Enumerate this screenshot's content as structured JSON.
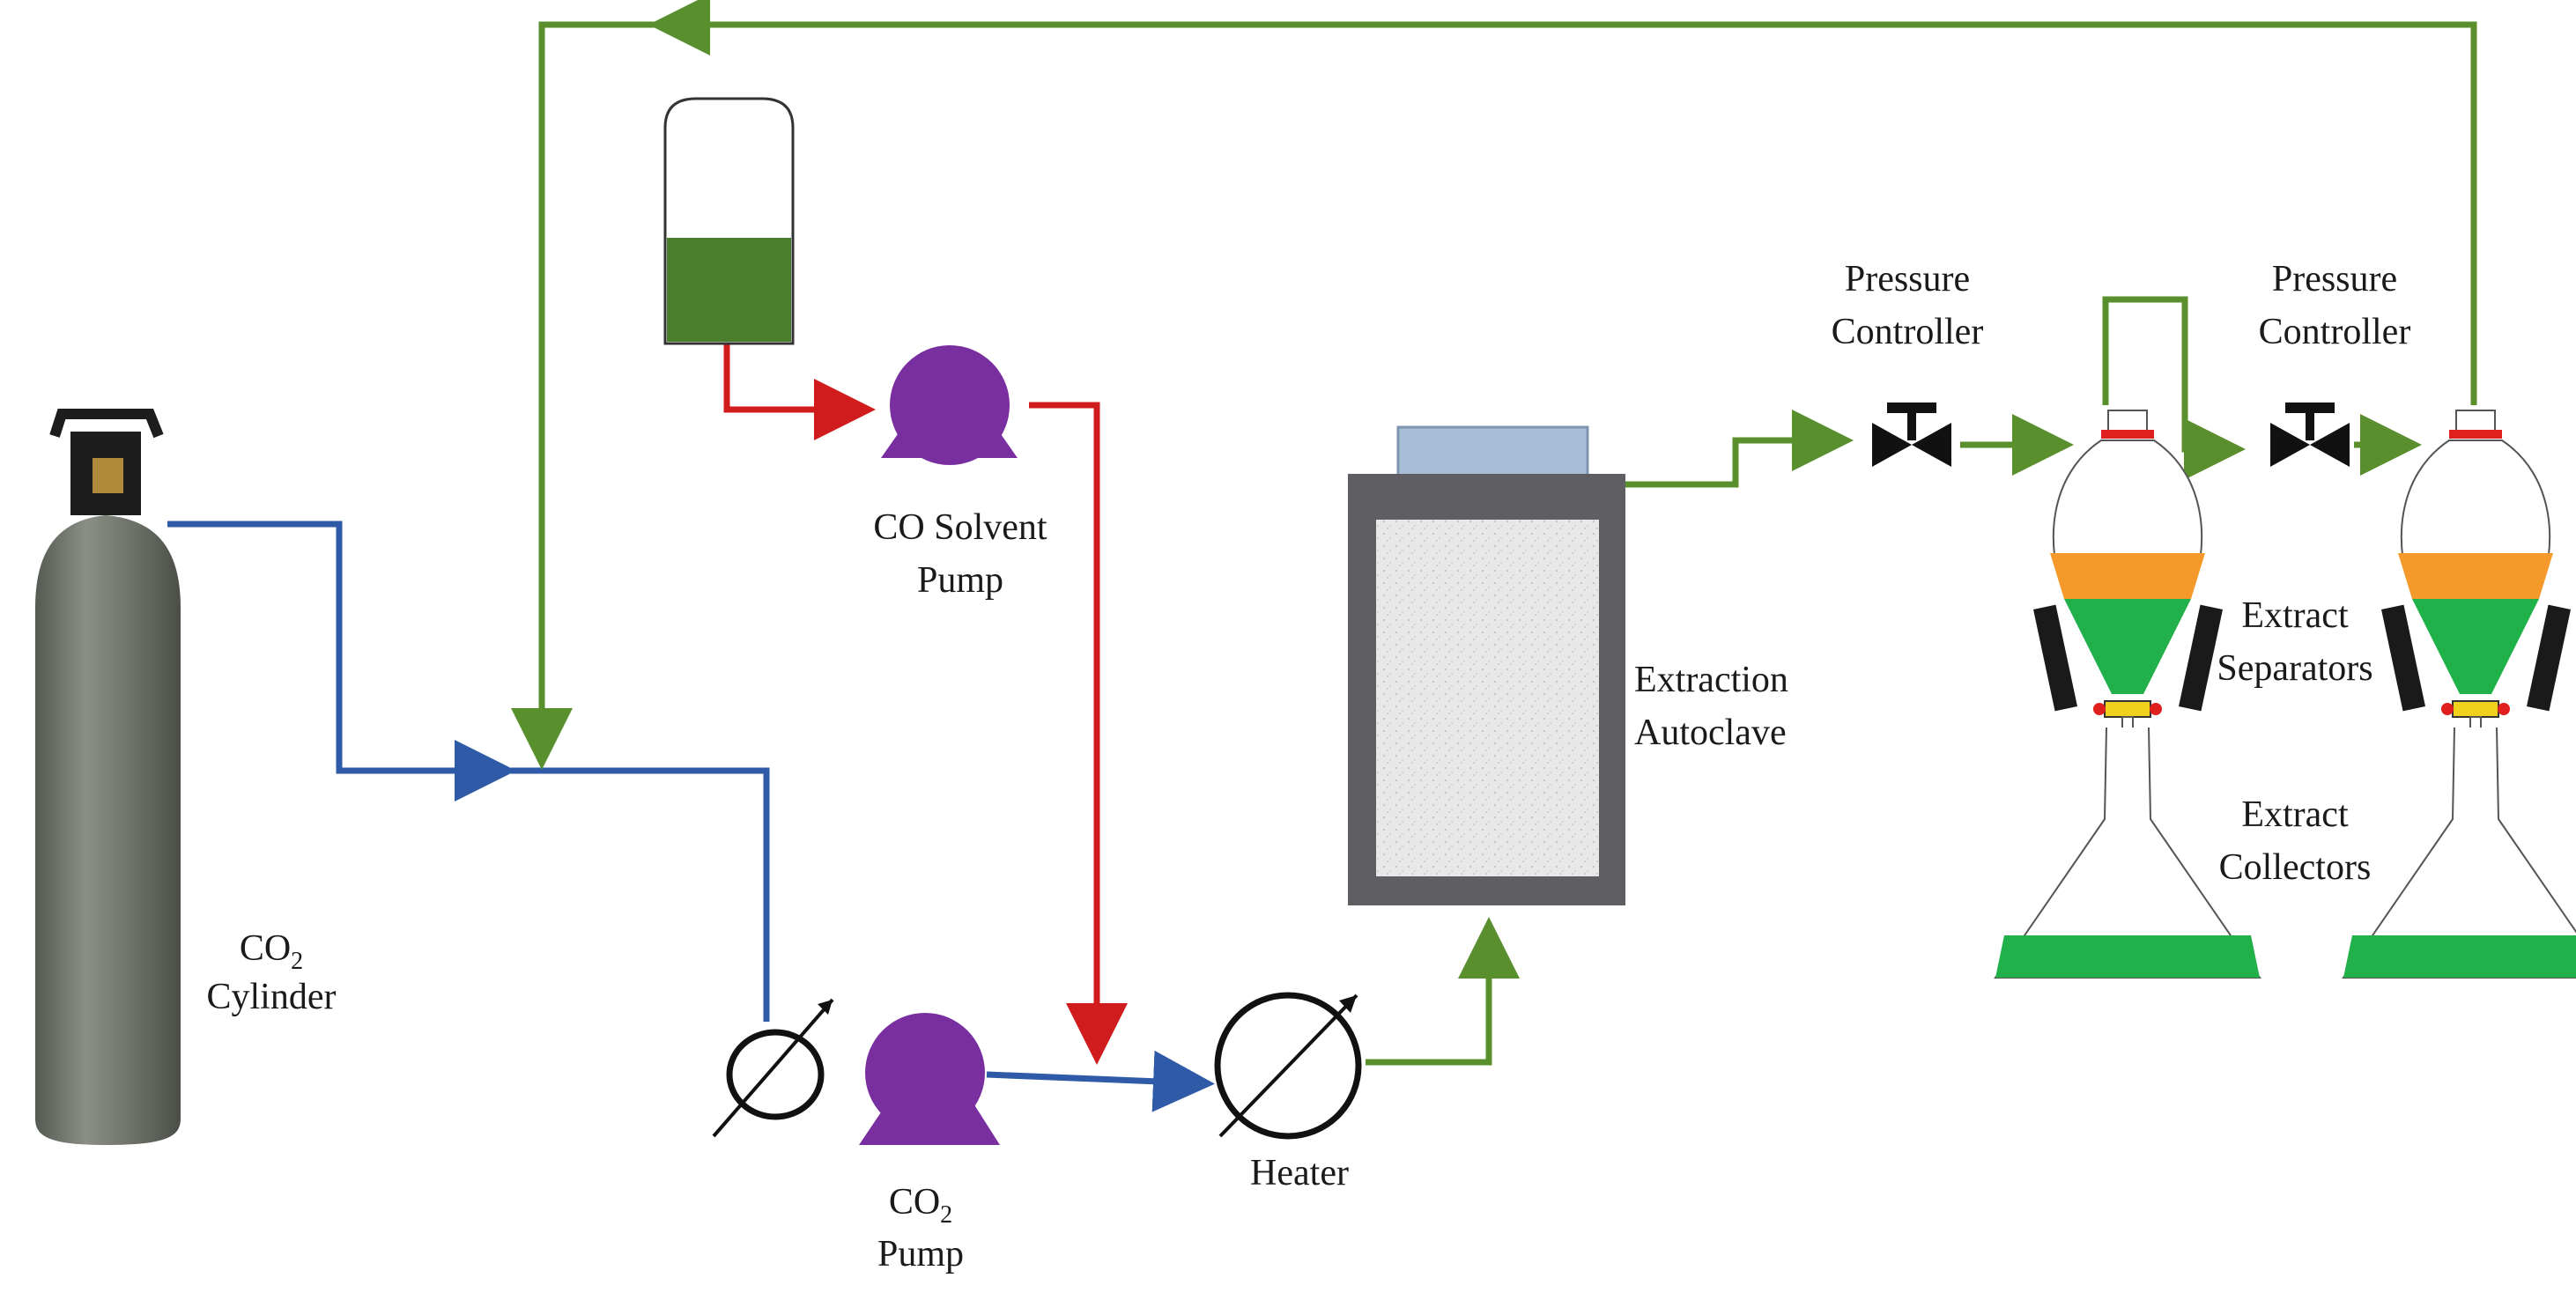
{
  "labels": {
    "cylinder": {
      "chem": "CO",
      "sub": "2",
      "name": "Cylinder"
    },
    "cosolvent_pump": {
      "line1": "CO Solvent",
      "line2": "Pump"
    },
    "co2_pump": {
      "chem": "CO",
      "sub": "2",
      "name": "Pump"
    },
    "heater": "Heater",
    "autoclave": {
      "line1": "Extraction",
      "line2": "Autoclave"
    },
    "pressure_controller_1": {
      "line1": "Pressure",
      "line2": "Controller"
    },
    "pressure_controller_2": {
      "line1": "Pressure",
      "line2": "Controller"
    },
    "separators": {
      "line1": "Extract",
      "line2": "Separators"
    },
    "collectors": {
      "line1": "Extract",
      "line2": "Collectors"
    }
  },
  "colors": {
    "co2_line": "#2e5aa8",
    "cosolvent_line": "#d01c1c",
    "process_line": "#5a8f2e",
    "pump": "#7a2fa0",
    "cosolvent_liquid": "#4a7d2c",
    "separator_orange": "#f59a2a",
    "separator_green": "#22b04a",
    "autoclave_frame": "#5f5f63",
    "autoclave_lid": "#a8bdd6",
    "cylinder_body": "#6c7068"
  },
  "icons": [
    "gas-cylinder-icon",
    "pump-icon",
    "heat-exchanger-icon",
    "valve-icon",
    "separator-flask-icon"
  ]
}
